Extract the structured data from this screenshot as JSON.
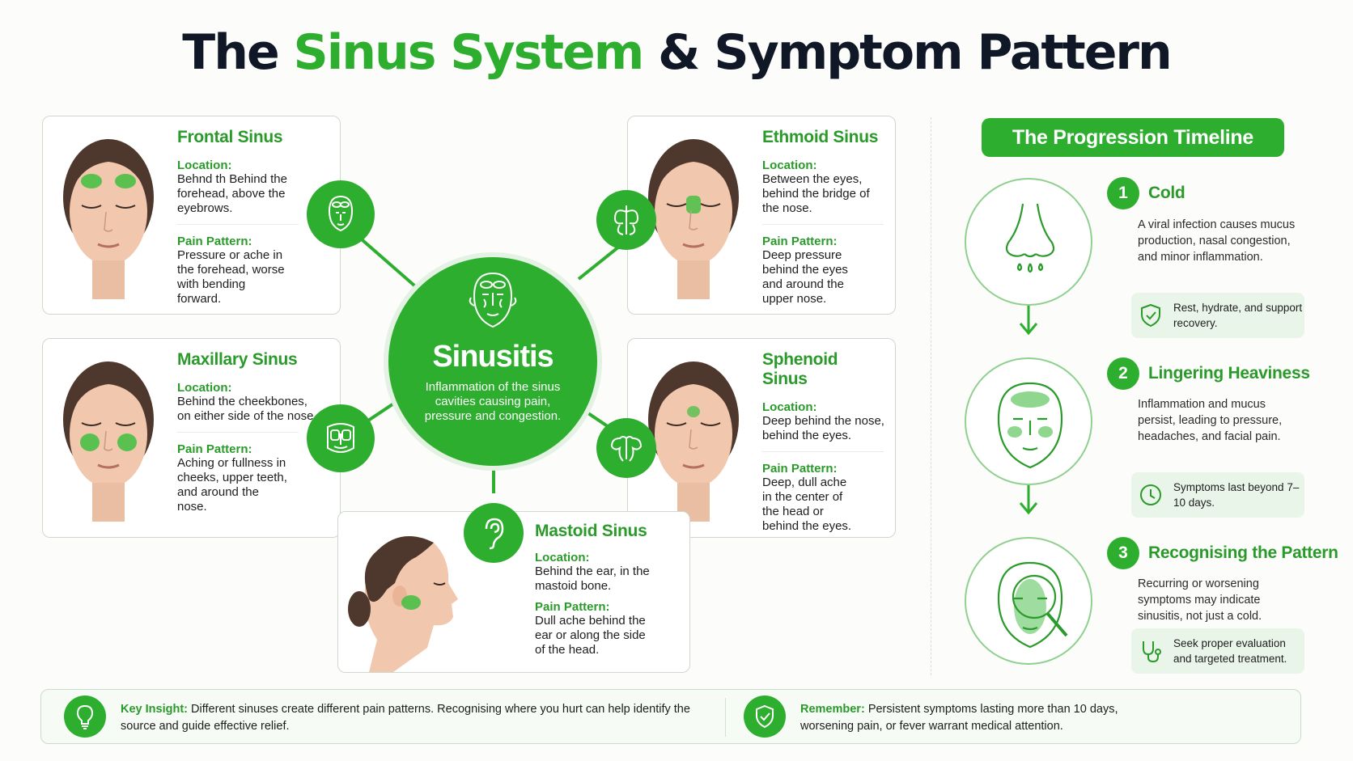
{
  "title": {
    "part1": "The",
    "part2": "Sinus System",
    "part3": "& Symptom Pattern"
  },
  "hub": {
    "title": "Sinusitis",
    "desc": "Inflammation of the sinus cavities causing pain, pressure and congestion."
  },
  "sinuses": {
    "frontal": {
      "name": "Frontal Sinus",
      "loc_label": "Location:",
      "location": "Behnd th Behind the forehead, above the eyebrows.",
      "pain_label": "Pain Pattern:",
      "pain": "Pressure or ache in the forehead, worse with bending forward."
    },
    "maxillary": {
      "name": "Maxillary Sinus",
      "loc_label": "Location:",
      "location": "Behind the cheekbones, on either side of the nose.",
      "pain_label": "Pain Pattern:",
      "pain": "Aching or fullness in cheeks, upper teeth, and around the nose."
    },
    "ethmoid": {
      "name": "Ethmoid Sinus",
      "loc_label": "Location:",
      "location": "Between the eyes, behind the bridge of the nose.",
      "pain_label": "Pain Pattern:",
      "pain": "Deep pressure behind the eyes and around the upper nose."
    },
    "sphenoid": {
      "name": "Sphenoid Sinus",
      "loc_label": "Location:",
      "location": "Deep behind the nose, behind the eyes.",
      "pain_label": "Pain Pattern:",
      "pain": "Deep, dull ache in the center of the head or behind the eyes."
    },
    "mastoid": {
      "name": "Mastoid Sinus",
      "loc_label": "Location:",
      "location": "Behind the ear, in the mastoid bone.",
      "pain_label": "Pain Pattern:",
      "pain": "Dull ache behind the ear or along the side of the head."
    }
  },
  "timeline": {
    "header": "The Progression Timeline",
    "steps": [
      {
        "num": "1",
        "title": "Cold",
        "desc": "A viral infection causes mucus production, nasal congestion, and minor inflammation.",
        "tip": "Rest, hydrate, and support recovery.",
        "tip_icon": "shield-check-icon"
      },
      {
        "num": "2",
        "title": "Lingering Heaviness",
        "desc": "Inflammation and mucus persist, leading to pressure, headaches, and facial pain.",
        "tip": "Symptoms last beyond 7–10 days.",
        "tip_icon": "clock-icon"
      },
      {
        "num": "3",
        "title": "Recognising the Pattern",
        "desc": "Recurring or worsening symptoms may indicate sinusitis, not just a cold.",
        "tip": "Seek proper evaluation and targeted treatment.",
        "tip_icon": "stethoscope-icon"
      }
    ]
  },
  "footer": {
    "insight_label": "Key Insight:",
    "insight_text": "Different sinuses create different pain patterns. Recognising where you hurt can help identify the source and guide effective relief.",
    "remember_label": "Remember:",
    "remember_text": "Persistent symptoms lasting more than 10 days, worsening pain, or fever warrant medical attention."
  },
  "colors": {
    "accent": "#2eae2e",
    "accent_dark": "#2a9a2a",
    "title_dark": "#101828",
    "tint": "#eaf5ea"
  }
}
